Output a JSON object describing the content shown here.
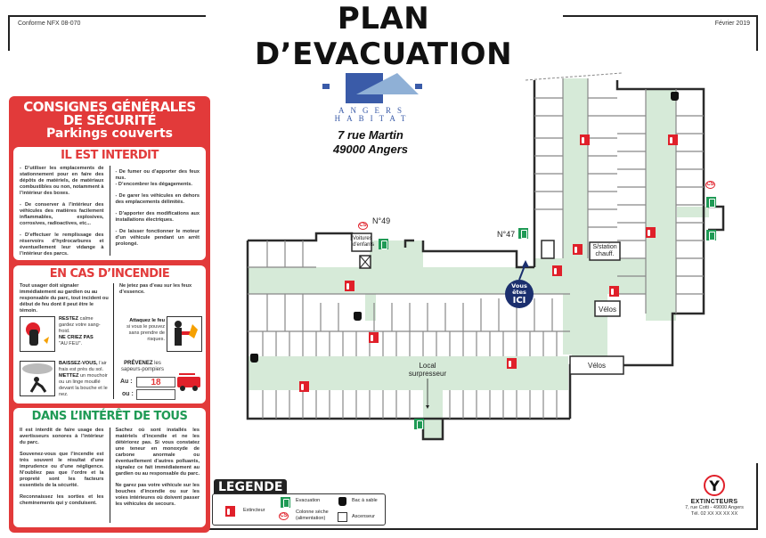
{
  "header": {
    "title": "PLAN D’EVACUATION",
    "standard": "Conforme NFX 08-070",
    "date": "Février 2019"
  },
  "logo": {
    "line1": "ANGERS",
    "line2": "HABITAT",
    "colors": {
      "dark": "#3a5ba8",
      "light": "#8fb0d6"
    }
  },
  "address": {
    "street": "7 rue Martin",
    "city": "49000 Angers"
  },
  "instructions": {
    "title_line1": "CONSIGNES GÉNÉRALES",
    "title_line2": "DE SÉCURITÉ",
    "title_line3": "Parkings couverts",
    "forbidden": {
      "heading": "IL EST INTERDIT",
      "left": [
        "- D’utiliser les emplacements de stationnement pour en faire des dépôts de matériels, de matériaux combustibles ou non, notamment à l’intérieur des boxes.",
        "- De conserver à l’intérieur des véhicules des matières facilement inflammables, explosives, corrosives, radioactives, etc...",
        "- D’effectuer le remplissage des réservoirs d’hydrocarbures et éventuellement leur vidange à l’intérieur des parcs."
      ],
      "right": [
        "- De fumer ou d’apporter des feux nus.\n- D’encombrer les dégagements.",
        "- De garer les véhicules en dehors des emplacements délimités.",
        "- D’apporter des modifications aux installations électriques.",
        "- De laisser fonctionner le moteur d’un véhicule pendant un arrêt prolongé."
      ]
    },
    "fire": {
      "heading": "EN CAS D’INCENDIE",
      "left_intro": "Tout usager doit signaler immédiatement au gardien ou au responsable du parc, tout incident ou début de feu dont il peut être le témoin.",
      "right_intro": "Ne jetez pas d’eau sur les feux d’essence.",
      "stay_bold": "RESTEZ",
      "stay_text": "calme gardez votre sang-froid.",
      "noshout_bold": "NE CRIEZ PAS",
      "noshout_text": "\"AU FEU\".",
      "attack_bold": "Attaquez le feu",
      "attack_text": "si vous le pouvez sans prendre de risques.",
      "crouch_bold": "BAISSEZ-VOUS,",
      "crouch_text": "l’air frais est près du sol.",
      "cover_bold": "METTEZ",
      "cover_text": "un mouchoir ou un linge mouillé devant la bouche et le nez.",
      "warn_bold": "PRÉVENEZ",
      "warn_text": "les sapeurs-pompiers",
      "at_label": "Au :",
      "or_label": "ou :",
      "number": "18",
      "alt_number": ""
    },
    "common": {
      "heading": "DANS L’INTÉRÊT DE TOUS",
      "left": [
        "Il est interdit de faire usage des avertisseurs sonores à l’intérieur du parc.",
        "Souvenez-vous que l’incendie est très souvent le résultat d’une imprudence ou d’une négligence. N’oubliez pas que l’ordre et la propreté sont les facteurs essentiels de la sécurité.",
        "Reconnaissez les sorties et les cheminements qui y conduisent."
      ],
      "right": [
        "Sachez où sont installés les matériels d’incendie et ne les détériorez pas. Si vous constatez une teneur en monoxyde de carbone anormale ou éventuellement d’autres polluants, signalez ce fait immédiatement au gardien ou au responsable du parc.",
        "Ne garez pas votre véhicule sur les bouches d’incendie ou sur les voies intérieures où doivent passer les véhicules de secours."
      ]
    }
  },
  "plan": {
    "labels": {
      "n49": "N°49",
      "n47": "N°47",
      "strollers": "Voitures d'enfants",
      "substation": "S/station chauff.",
      "bikes1": "Vélos",
      "bikes2": "Vélos",
      "pump_room": "Local surpresseur"
    },
    "you_are_here": {
      "line1": "Vous",
      "line2": "êtes",
      "line3": "ICI"
    },
    "colors": {
      "corridor": "#d6ead8",
      "wall": "#2b2b2b",
      "extinguisher": "#e0202a",
      "exit": "#1f9a55",
      "marker": "#1b2f6e"
    }
  },
  "legend": {
    "title": "LEGENDE",
    "items": [
      {
        "icon": "extinguisher-icon",
        "label": "Extincteur"
      },
      {
        "icon": "exit-icon",
        "label": "Evacuation"
      },
      {
        "icon": "dry-riser-icon",
        "label": "Colonne sèche (alimentation)"
      },
      {
        "icon": "sand-bin-icon",
        "label": "Bac à sable"
      },
      {
        "icon": "elevator-icon",
        "label": "Ascenseur"
      }
    ],
    "cs_glyph": "CS"
  },
  "company": {
    "name": "EXTINCTEURS",
    "address": "7, rue Cotti - 49000 Angers",
    "phone": "Tél. 02 XX XX XX XX"
  }
}
